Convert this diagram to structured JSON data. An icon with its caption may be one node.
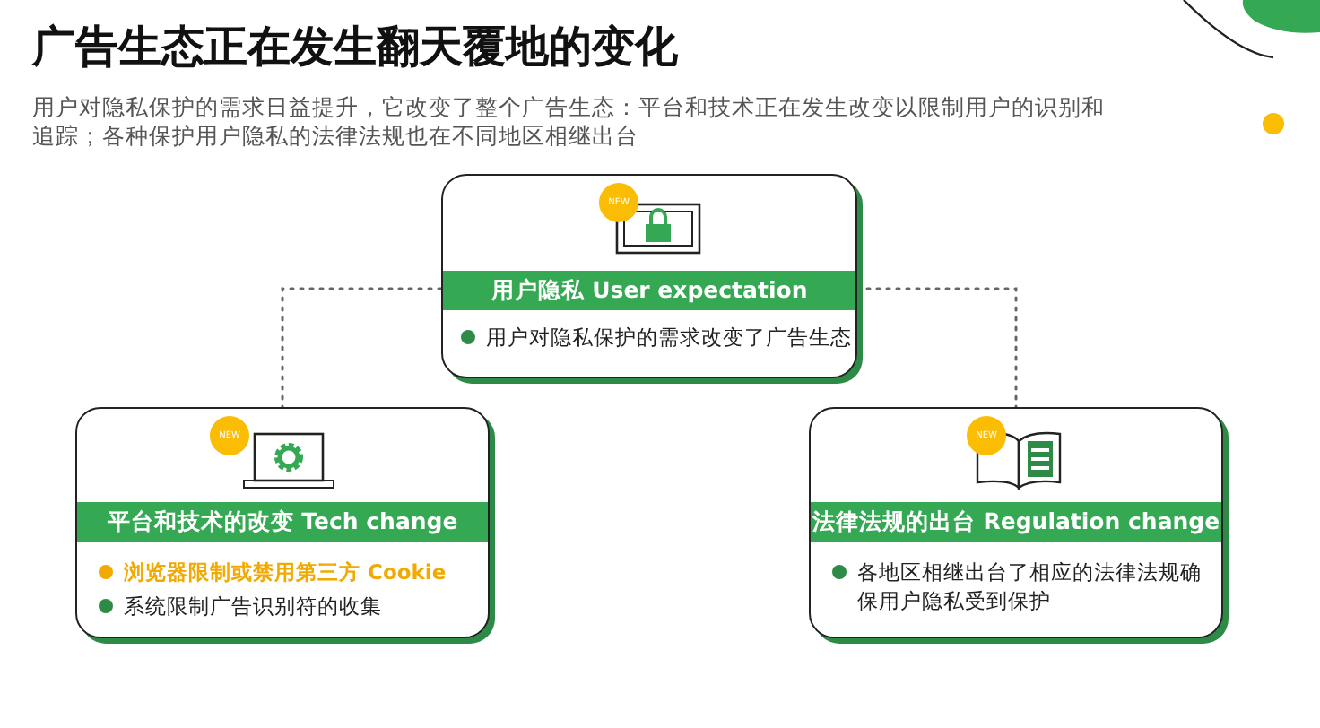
{
  "diagram": {
    "title": "广告生态正在发生翻天覆地的变化",
    "caption": "用户对隐私保护的需求日益提升，它改变了整个广告生态：平台和技术正在发生改变以限制用户的识别和追踪；各种保护用户隐私的法律法规也在不同地区相继出台",
    "nodes": [
      {
        "text": [
          "用户隐私 User expectation",
          "用户对隐私保护的需求改变了广告生态"
        ]
      },
      {
        "text": [
          "平台和技术的改变 Tech change",
          "浏览器限制或禁用第三方 Cookie",
          "系统限制广告识别符的收集"
        ]
      },
      {
        "text": [
          "法律法规的出台 Regulation change",
          "各地区相继出台了相应的法律法规确保用户隐私受到保护"
        ]
      }
    ],
    "edges": [
      {
        "from": 0,
        "to": 1,
        "arrow": "none",
        "style": "dashed"
      },
      {
        "from": 0,
        "to": 2,
        "arrow": "none",
        "style": "dashed"
      }
    ],
    "labels": [
      "NEW",
      "NEW",
      "NEW"
    ]
  }
}
